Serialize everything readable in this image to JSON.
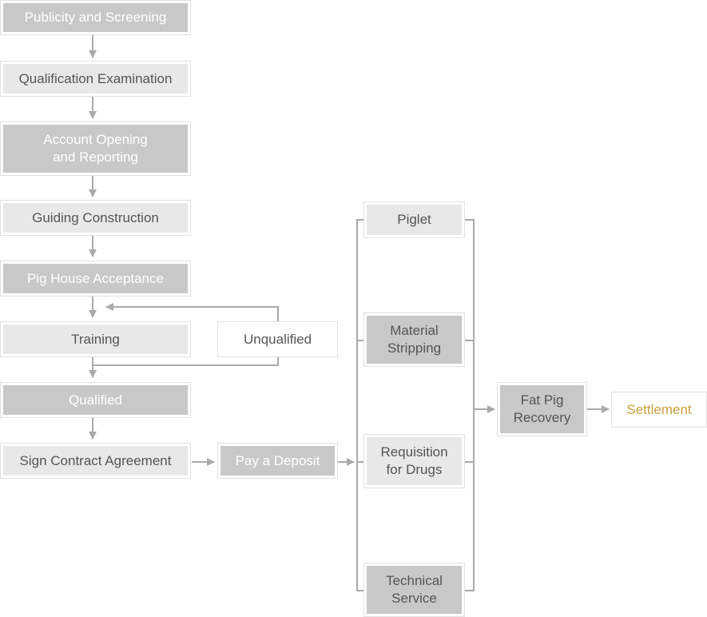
{
  "diagram": {
    "colors": {
      "connector": "#aaaaaa",
      "node_dark": "#c8c8c8",
      "node_light": "#e8e8e8",
      "settlement_text": "#c8a040"
    },
    "nodes": {
      "publicity": "Publicity and Screening",
      "qualification_exam": "Qualification Examination",
      "account_opening": "Account Opening\nand Reporting",
      "guiding_construction": "Guiding Construction",
      "pig_house_acceptance": "Pig House Acceptance",
      "training": "Training",
      "unqualified": "Unqualified",
      "qualified": "Qualified",
      "sign_contract": "Sign Contract Agreement",
      "pay_deposit": "Pay a Deposit",
      "piglet": "Piglet",
      "material_stripping": "Material\nStripping",
      "requisition_drugs": "Requisition\nfor Drugs",
      "technical_service": "Technical\nService",
      "fat_pig_recovery": "Fat Pig\nRecovery",
      "settlement": "Settlement"
    }
  }
}
